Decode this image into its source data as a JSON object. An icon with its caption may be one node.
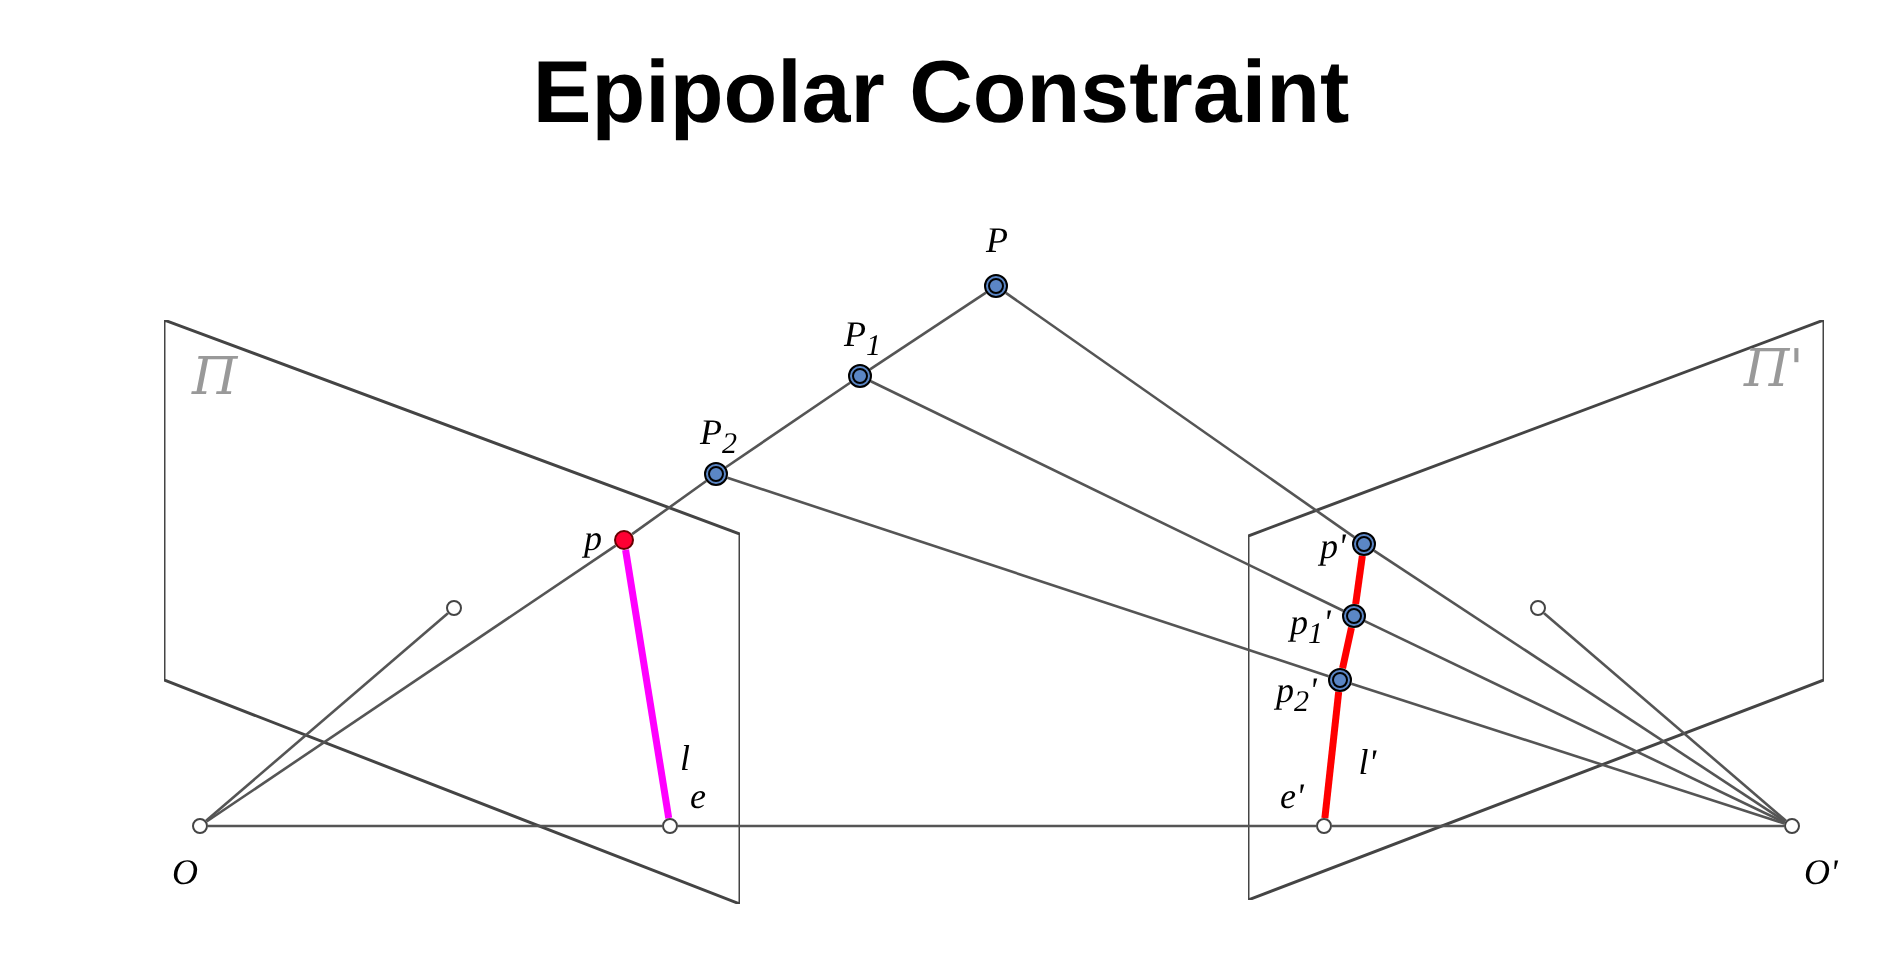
{
  "diagram": {
    "title": "Epipolar Constraint",
    "nodes": [
      {
        "text": [],
        "shape": "circle",
        "beside": [
          "P"
        ]
      },
      {
        "text": [],
        "shape": "circle",
        "beside": [
          "P$_{1}$"
        ]
      },
      {
        "text": [],
        "shape": "circle",
        "beside": [
          "P$_{2}$"
        ]
      },
      {
        "text": [
          "Π"
        ]
      },
      {
        "text": [],
        "shape": "circle",
        "beside": [
          "p"
        ],
        "in": 3
      },
      {
        "text": [],
        "shape": "circle",
        "in": 3
      },
      {
        "text": [],
        "shape": "circle",
        "beside": [
          "e"
        ],
        "in": 3
      },
      {
        "text": [],
        "shape": "circle",
        "beside": [
          "O"
        ]
      },
      {
        "text": [
          "Π'"
        ]
      },
      {
        "text": [],
        "shape": "circle",
        "beside": [
          "p'"
        ],
        "in": 8
      },
      {
        "text": [],
        "shape": "circle",
        "beside": [
          "p$_{1}$'"
        ],
        "in": 8
      },
      {
        "text": [],
        "shape": "circle",
        "beside": [
          "p$_{2}$'"
        ],
        "in": 8
      },
      {
        "text": [],
        "shape": "circle",
        "in": 8
      },
      {
        "text": [],
        "shape": "circle",
        "beside": [
          "e'"
        ],
        "in": 8
      },
      {
        "text": [],
        "shape": "circle",
        "beside": [
          "O'"
        ]
      }
    ],
    "edges": [
      {
        "from": 0,
        "to": 1,
        "arrow": "none"
      },
      {
        "from": 1,
        "to": 2,
        "arrow": "none"
      },
      {
        "from": 2,
        "to": 4,
        "arrow": "none"
      },
      {
        "from": 0,
        "to": 9,
        "arrow": "none"
      },
      {
        "from": 1,
        "to": 10,
        "arrow": "none"
      },
      {
        "from": 2,
        "to": 11,
        "arrow": "none"
      },
      {
        "from": 7,
        "to": 4,
        "arrow": "none"
      },
      {
        "from": 7,
        "to": 5,
        "arrow": "none"
      },
      {
        "from": 7,
        "to": 6,
        "arrow": "none"
      },
      {
        "from": 6,
        "to": 13,
        "arrow": "none"
      },
      {
        "from": 13,
        "to": 14,
        "arrow": "none"
      },
      {
        "from": 9,
        "to": 14,
        "arrow": "none"
      },
      {
        "from": 10,
        "to": 14,
        "arrow": "none"
      },
      {
        "from": 11,
        "to": 14,
        "arrow": "none"
      },
      {
        "from": 12,
        "to": 14,
        "arrow": "none"
      },
      {
        "from": 4,
        "to": 6,
        "arrow": "none",
        "label": "l",
        "style": "thick",
        "color": "#ff00ff"
      },
      {
        "from": 9,
        "to": 10,
        "arrow": "none",
        "style": "thick",
        "color": "#ff0000"
      },
      {
        "from": 10,
        "to": 11,
        "arrow": "none",
        "style": "thick",
        "color": "#ff0000"
      },
      {
        "from": 11,
        "to": 13,
        "arrow": "none",
        "label": "l'",
        "style": "thick",
        "color": "#ff0000"
      }
    ]
  }
}
